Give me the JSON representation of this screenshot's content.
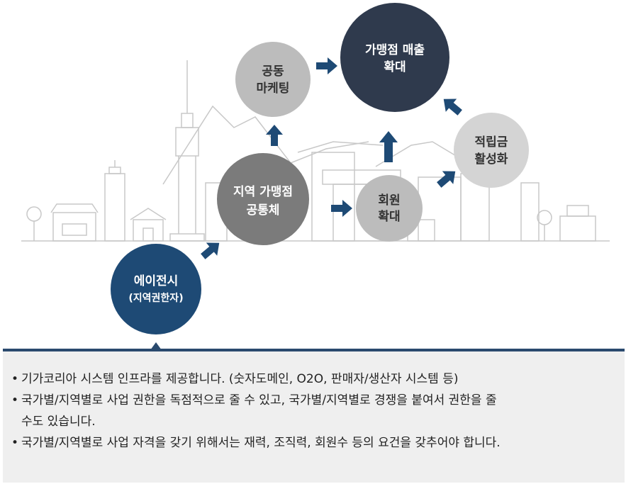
{
  "nodes": {
    "agency": {
      "line1": "에이전시",
      "line2": "(지역권한자)",
      "color": "#1e4a75"
    },
    "joint": {
      "line1": "지역 가맹점",
      "line2": "공통체",
      "color": "#7b7b7b"
    },
    "marketing": {
      "line1": "공동",
      "line2": "마케팅",
      "color": "#bcbcbc"
    },
    "sales": {
      "line1": "가맹점 매출",
      "line2": "확대",
      "color": "#2f3a4d"
    },
    "members": {
      "line1": "회원",
      "line2": "확대",
      "color": "#bcbcbc"
    },
    "points": {
      "line1": "적립금",
      "line2": "활성화",
      "color": "#d4d4d4"
    }
  },
  "colors": {
    "arrow": "#1e4a75",
    "panel_border": "#2a4a6e",
    "panel_bg": "#efefef",
    "skyline": "#c8c8c8"
  },
  "bullets": [
    "기가코리아 시스템 인프라를 제공합니다. (숫자도메인, O2O, 판매자/생산자 시스템 등)",
    "국가별/지역별로 사업 권한을 독점적으로 줄 수 있고, 국가별/지역별로 경쟁을 붙여서 권한을 줄",
    "수도 있습니다.",
    "국가별/지역별로 사업 자격을 갖기 위해서는 재력, 조직력, 회원수 등의 요건을 갖추어야 합니다."
  ],
  "bullet_marker": "•"
}
